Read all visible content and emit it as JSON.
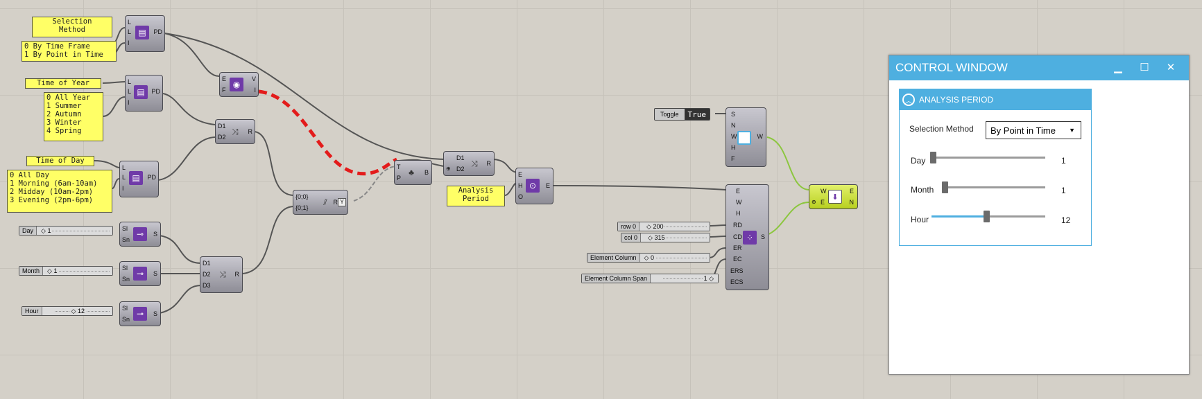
{
  "panels": {
    "selection_method": "Selection\nMethod",
    "selection_options": [
      "0 By Time Frame",
      "1 By Point in Time"
    ],
    "time_of_year": "Time of Year",
    "year_options": [
      "0 All Year",
      "1 Summer",
      "2 Autumn",
      "3 Winter",
      "4 Spring"
    ],
    "time_of_day": "Time of Day",
    "day_options": [
      "0 All Day",
      "1 Morning (6am-10am)",
      "2 Midday (10am-2pm)",
      "3 Evening (2pm-6pm)"
    ],
    "analysis_period": "Analysis\nPeriod"
  },
  "sliders": {
    "day": {
      "label": "Day",
      "value": "1"
    },
    "month": {
      "label": "Month",
      "value": "1"
    },
    "hour": {
      "label": "Hour",
      "value": "12"
    },
    "row": {
      "label": "row 0",
      "value": "200"
    },
    "col": {
      "label": "col 0",
      "value": "315"
    },
    "element_column": {
      "label": "Element Column",
      "value": "0"
    },
    "element_column_span": {
      "label": "Element Column Span",
      "value": "1"
    }
  },
  "toggle": {
    "label": "Toggle",
    "value": "True"
  },
  "components": {
    "pd1": {
      "inputs": [
        "L",
        "L",
        "I"
      ],
      "output": "PD"
    },
    "pd2": {
      "inputs": [
        "L",
        "L",
        "I"
      ],
      "output": "PD"
    },
    "pd3": {
      "inputs": [
        "L",
        "L",
        "I"
      ],
      "output": "PD"
    },
    "ev": {
      "inputs": [
        "E",
        "F"
      ],
      "outputs": [
        "V",
        "I"
      ]
    },
    "merge1": {
      "inputs": [
        "D1",
        "D2"
      ],
      "output": "R"
    },
    "series": {
      "inputs": [
        "{0;0}",
        "{0;1}"
      ],
      "output": "R"
    },
    "tree": {
      "inputs": [
        "T",
        "P"
      ],
      "output": "B"
    },
    "merge2": {
      "inputs": [
        "D1",
        "D2"
      ],
      "output": "R"
    },
    "window_e": {
      "inputs": [
        "E",
        "H",
        "O"
      ],
      "output": "E"
    },
    "s_day": {
      "inputs": [
        "Sl",
        "Sn"
      ],
      "output": "S"
    },
    "s_month": {
      "inputs": [
        "Sl",
        "Sn"
      ],
      "output": "S"
    },
    "s_hour": {
      "inputs": [
        "Sl",
        "Sn"
      ],
      "output": "S"
    },
    "merge3": {
      "inputs": [
        "D1",
        "D2",
        "D3"
      ],
      "output": "R"
    },
    "window": {
      "inputs": [
        "S",
        "N",
        "W",
        "H",
        "F"
      ],
      "output": "W"
    },
    "layout": {
      "inputs": [
        "E",
        "W",
        "H",
        "RD",
        "CD",
        "ER",
        "EC",
        "ERS",
        "ECS"
      ],
      "output": "S"
    },
    "final": {
      "inputs": [
        "W",
        "E"
      ],
      "outputs": [
        "E",
        "N"
      ]
    }
  },
  "control_window": {
    "title": "CONTROL WINDOW",
    "buttons": {
      "minimize": "▁",
      "maximize": "☐",
      "close": "✕"
    },
    "section": "ANALYSIS PERIOD",
    "selection_label": "Selection Method",
    "selection_value": "By Point in Time",
    "day_label": "Day",
    "day_value": "1",
    "day_fraction": 0.0,
    "month_label": "Month",
    "month_value": "1",
    "month_fraction": 0.0,
    "hour_label": "Hour",
    "hour_value": "12",
    "hour_fraction": 0.48
  },
  "colors": {
    "accent": "#4eafe0",
    "panel": "#ffff66",
    "wire": "#555555",
    "wire_selected": "#e31b1b",
    "wire_green": "#8cc63f",
    "component_icon": "#6f3aa8"
  }
}
